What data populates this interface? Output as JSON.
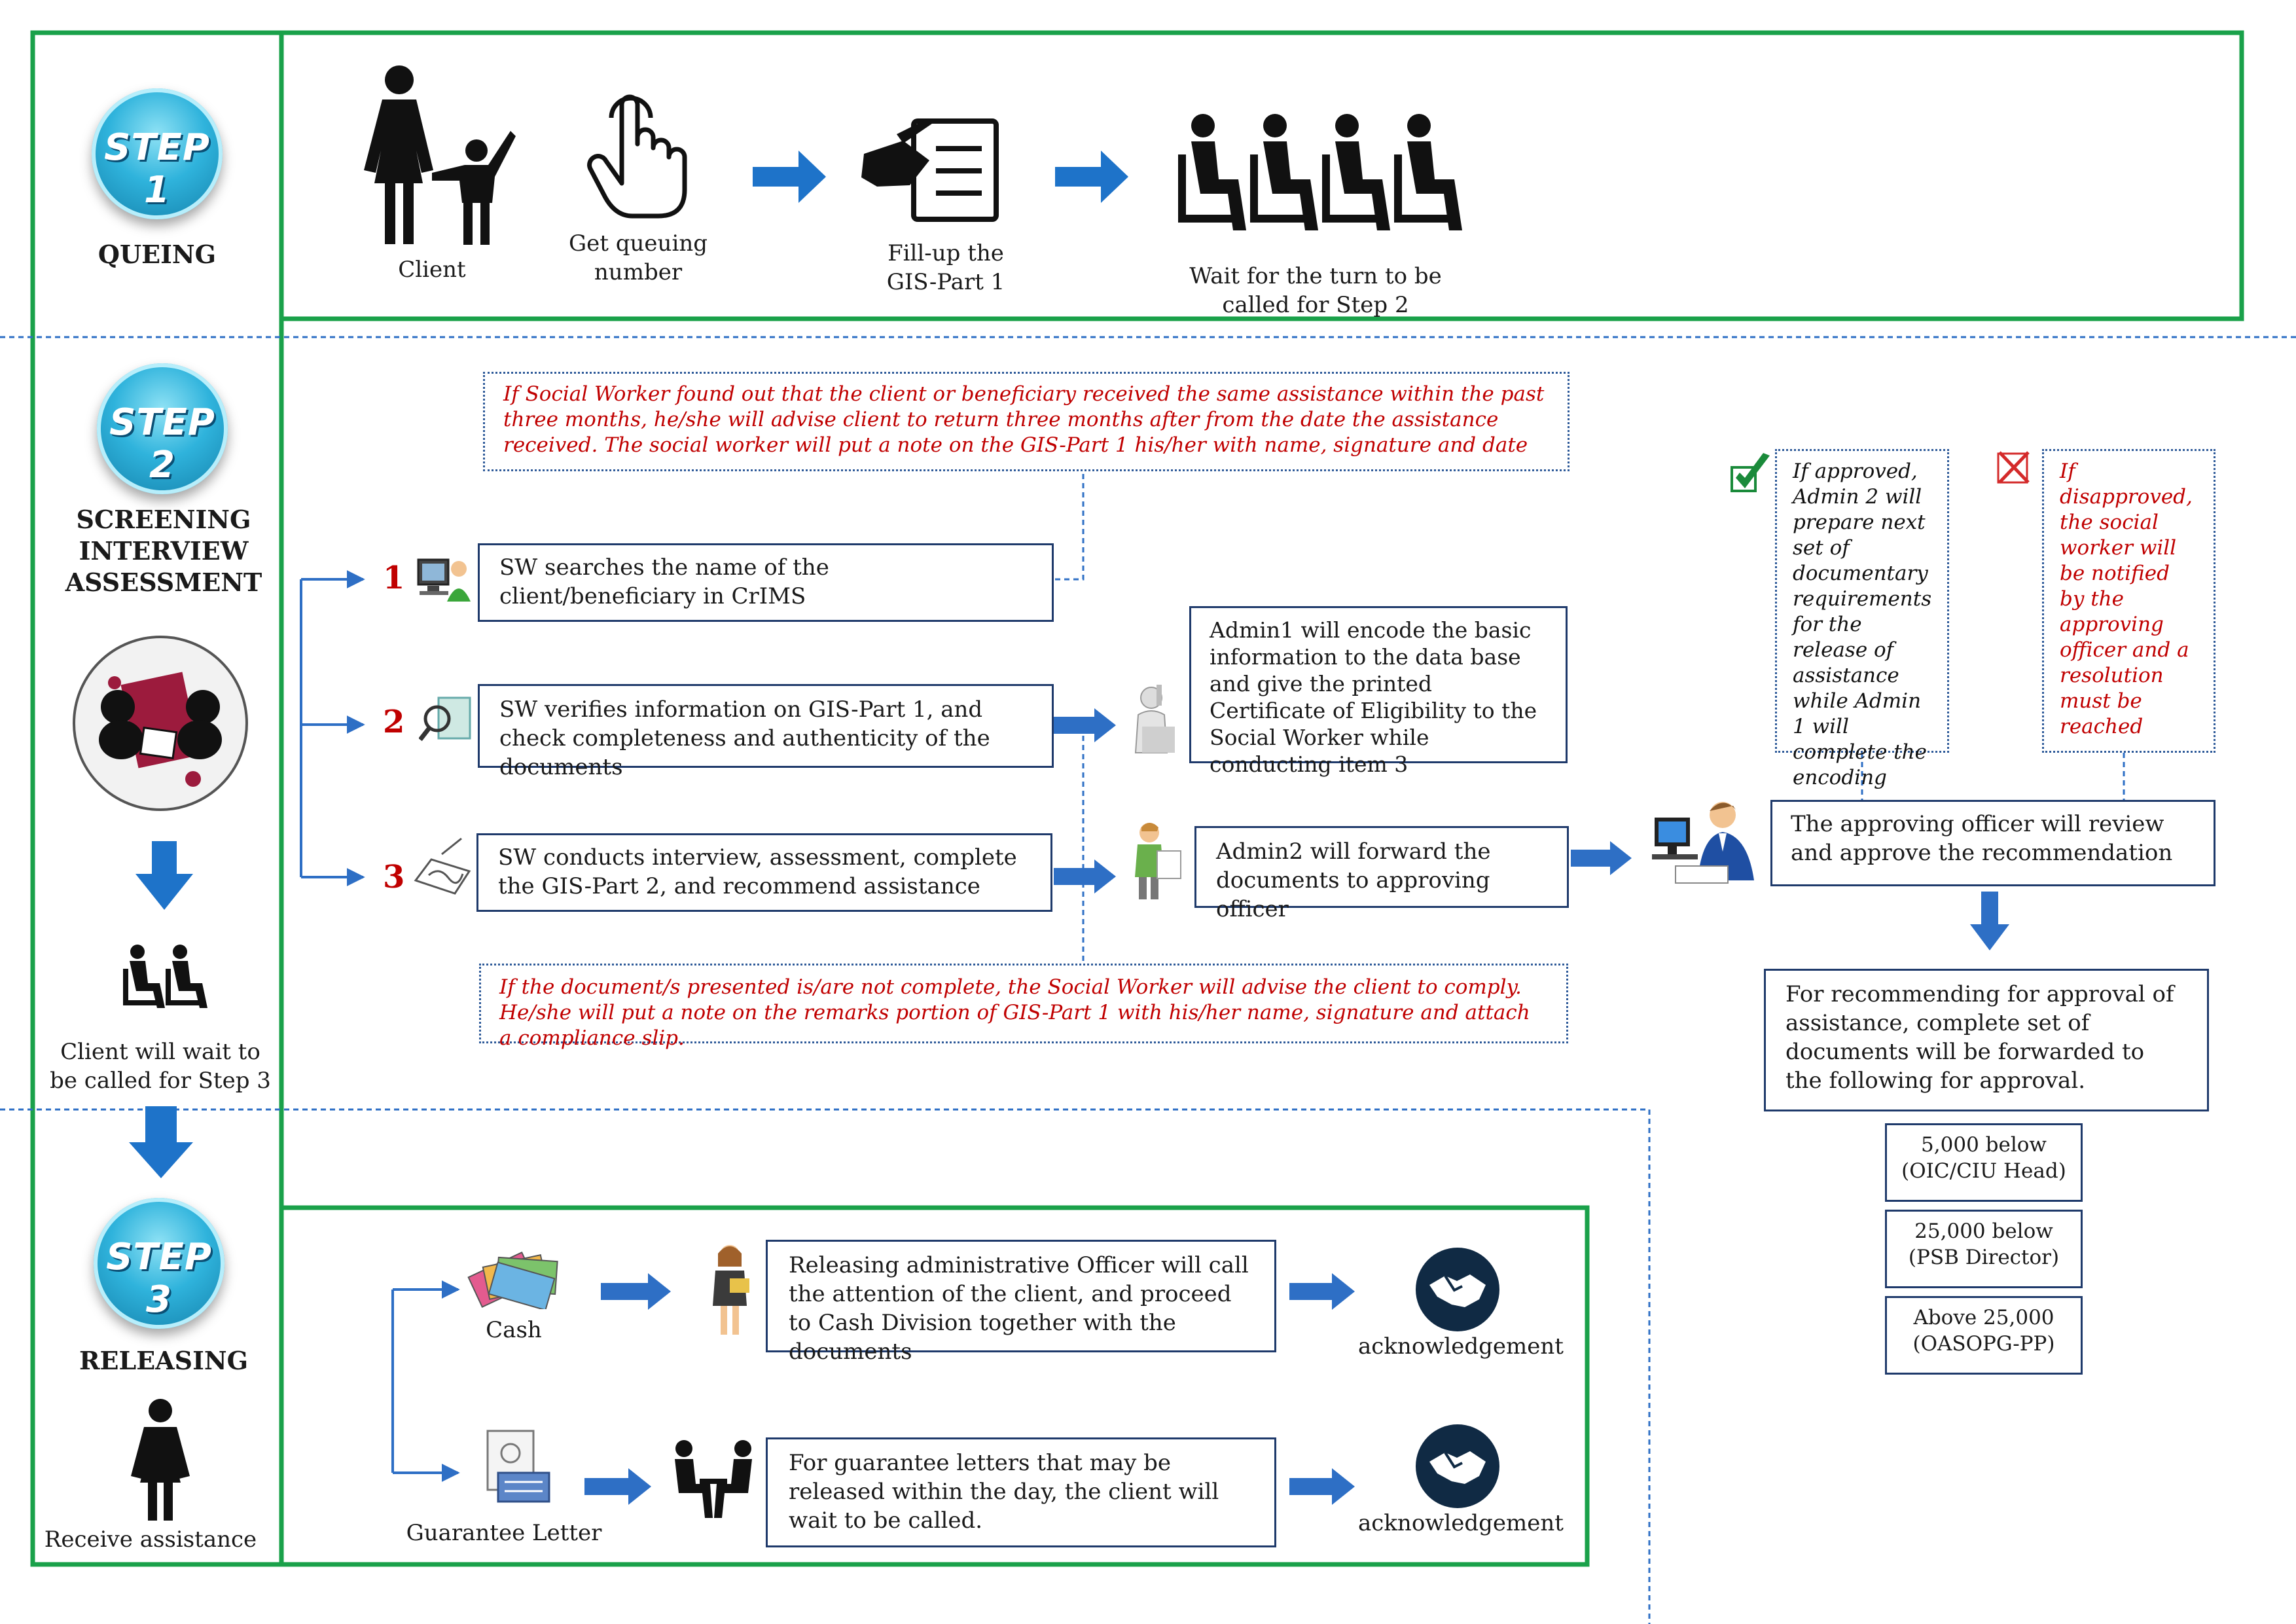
{
  "colors": {
    "green_border": "#1aa14a",
    "dotted_divider": "#2e6fc5",
    "arrow_blue": "#1e73c9",
    "box_border": "#1f3a6b",
    "note_red": "#c00000",
    "step_blue": "#2fb3dc"
  },
  "step1": {
    "badge": "STEP 1",
    "title": "QUEING",
    "client_label": "Client",
    "queue_label": "Get queuing number",
    "fill_label": "Fill-up the GIS-Part 1",
    "wait_label": "Wait for the turn to be called for Step 2"
  },
  "step2": {
    "badge": "STEP 2",
    "title": "SCREENING INTERVIEW ASSESSMENT",
    "wait_label": "Client will wait to be called for Step 3",
    "note_top": "If Social Worker found out that the client or beneficiary received the same assistance within the past three months, he/she will advise client to return three months after from the date the assistance received.  The social worker will put a note on the GIS-Part 1 his/her with name, signature and date",
    "note_bottom": "If the document/s presented is/are not complete, the Social Worker will advise the client to comply. He/she will put a note on the remarks portion of GIS-Part 1 with his/her name, signature and attach a compliance slip.",
    "items": [
      {
        "num": "1",
        "text": "SW searches the name of the client/beneficiary in CrIMS"
      },
      {
        "num": "2",
        "text": "SW verifies information on GIS-Part 1, and check completeness and authenticity of the documents"
      },
      {
        "num": "3",
        "text": "SW conducts interview, assessment, complete the GIS-Part 2, and recommend assistance"
      }
    ],
    "admin1": "Admin1 will encode the basic information to the data base and give the printed Certificate of Eligibility to the Social Worker while conducting item 3",
    "admin2": "Admin2 will forward the documents to approving officer",
    "approved_note": "If approved, Admin 2 will prepare next set of documentary requirements for the release of assistance while Admin 1 will complete the encoding",
    "disapproved_note": "If disapproved, the social worker will be notified by the approving officer and a resolution must be reached",
    "approving": "The approving officer will review and approve the recommendation",
    "recommending": "For recommending for approval of assistance, complete set of documents will be forwarded to the following for approval.",
    "amounts": [
      {
        "line1": "5,000 below",
        "line2": "(OIC/CIU Head)"
      },
      {
        "line1": "25,000 below",
        "line2": "(PSB Director)"
      },
      {
        "line1": "Above 25,000",
        "line2": "(OASOPG-PP)"
      }
    ]
  },
  "step3": {
    "badge": "STEP 3",
    "title": "RELEASING",
    "receive_label": "Receive assistance",
    "cash_label": "Cash",
    "guarantee_label": "Guarantee Letter",
    "cash_text": "Releasing administrative Officer will call the attention of the client, and proceed to Cash Division together with the documents",
    "guarantee_text": "For guarantee letters that may be released within the day, the client will wait to be called.",
    "ack_label": "acknowledgement"
  }
}
